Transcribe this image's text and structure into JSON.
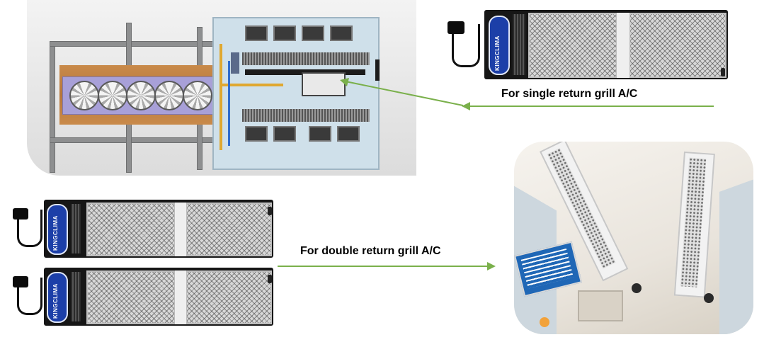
{
  "labels": {
    "single": "For single return grill A/C",
    "double": "For double return grill A/C"
  },
  "brand": "KINGCLIMA",
  "colors": {
    "arrow": "#7ab04b",
    "fan_plate": "#a8a0d8",
    "logo_blue": "#1c3fa8"
  },
  "icons": [
    "arrow-left-icon",
    "arrow-right-icon",
    "kingclima-logo-icon"
  ]
}
